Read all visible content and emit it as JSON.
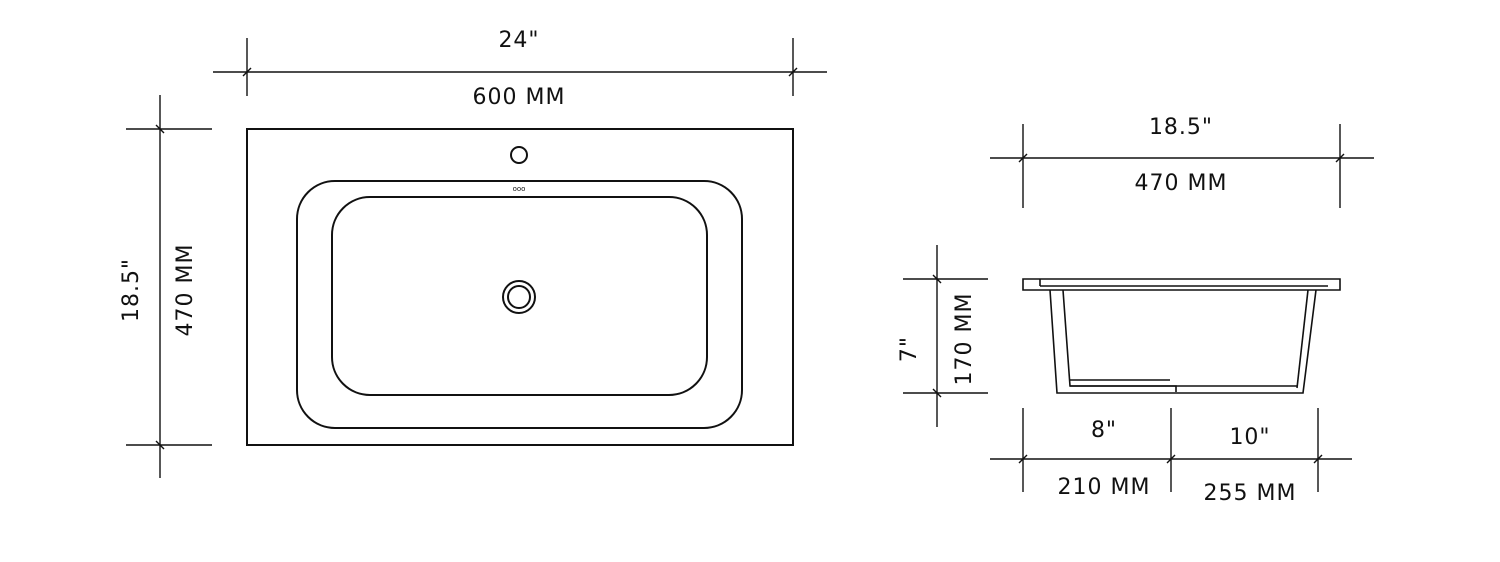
{
  "top_view": {
    "width_in": "24\"",
    "width_mm": "600 MM",
    "depth_in": "18.5\"",
    "depth_mm": "470 MM",
    "overflow_mark": "ooo"
  },
  "side_view": {
    "depth_in": "18.5\"",
    "depth_mm": "470 MM",
    "height_in": "7\"",
    "height_mm": "170 MM",
    "front_in": "8\"",
    "front_mm": "210 MM",
    "back_in": "10\"",
    "back_mm": "255 MM"
  }
}
